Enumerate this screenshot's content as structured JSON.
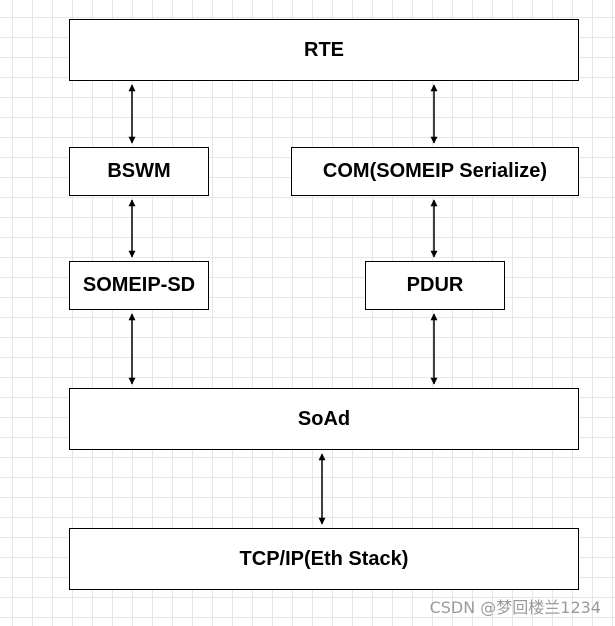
{
  "diagram": {
    "nodes": {
      "rte": "RTE",
      "bswm": "BSWM",
      "com": "COM(SOMEIP Serialize)",
      "someip_sd": "SOMEIP-SD",
      "pdur": "PDUR",
      "soad": "SoAd",
      "tcpip": "TCP/IP(Eth Stack)"
    },
    "edges": [
      {
        "from": "rte",
        "to": "bswm",
        "direction": "both"
      },
      {
        "from": "rte",
        "to": "com",
        "direction": "both"
      },
      {
        "from": "bswm",
        "to": "someip_sd",
        "direction": "both"
      },
      {
        "from": "com",
        "to": "pdur",
        "direction": "both"
      },
      {
        "from": "someip_sd",
        "to": "soad",
        "direction": "both"
      },
      {
        "from": "pdur",
        "to": "soad",
        "direction": "both"
      },
      {
        "from": "soad",
        "to": "tcpip",
        "direction": "both"
      }
    ]
  },
  "watermark": "CSDN @梦回楼兰1234",
  "colors": {
    "stroke": "#000000",
    "fill": "#ffffff",
    "grid": "#e6e6e6",
    "watermark": "#9a9a9a"
  }
}
